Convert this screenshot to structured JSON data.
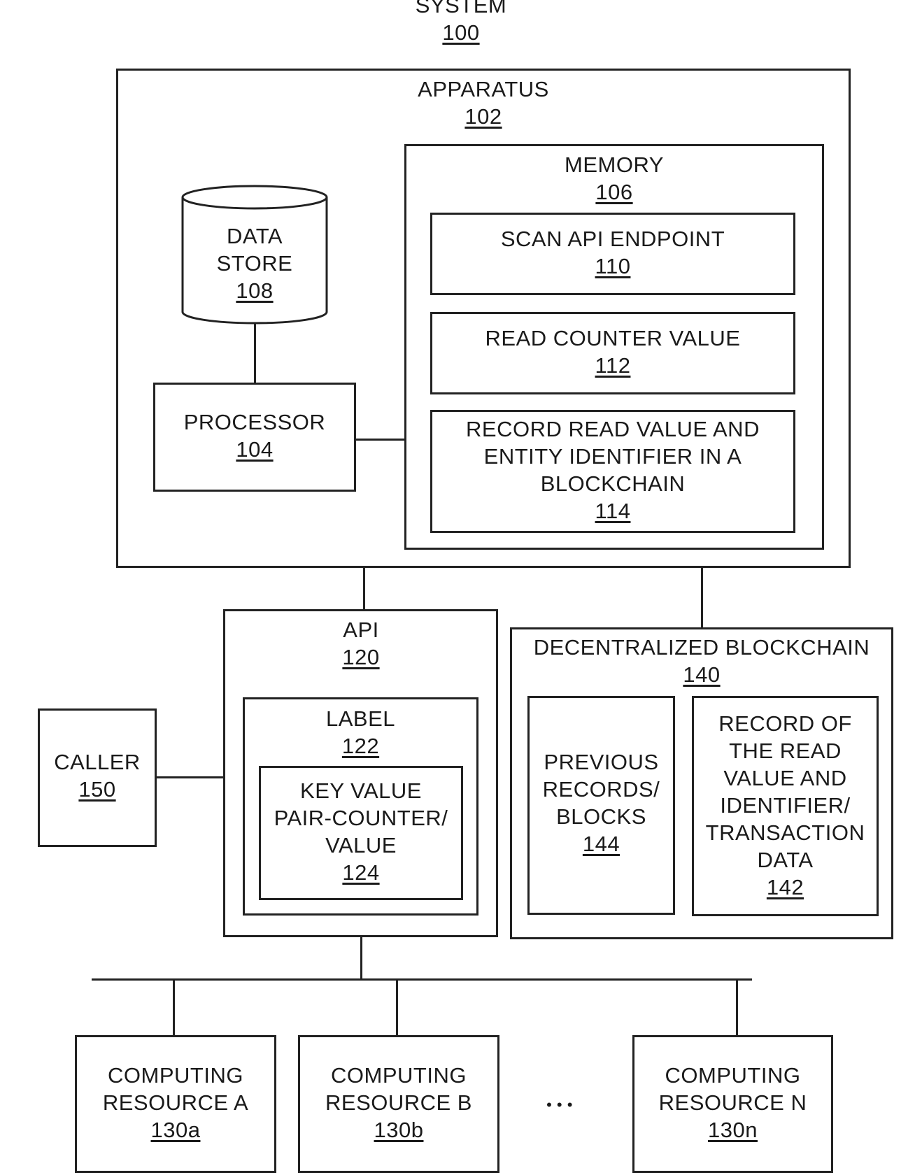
{
  "system": {
    "name": "SYSTEM",
    "ref": "100"
  },
  "apparatus": {
    "name": "APPARATUS",
    "ref": "102"
  },
  "memory": {
    "name": "MEMORY",
    "ref": "106"
  },
  "data_store": {
    "line1": "DATA",
    "line2": "STORE",
    "ref": "108"
  },
  "processor": {
    "name": "PROCESSOR",
    "ref": "104"
  },
  "scan_api_endpoint": {
    "name": "SCAN API ENDPOINT",
    "ref": "110"
  },
  "read_counter_value": {
    "name": "READ COUNTER VALUE",
    "ref": "112"
  },
  "record_read_value": {
    "line1": "RECORD READ VALUE AND",
    "line2": "ENTITY IDENTIFIER IN A",
    "line3": "BLOCKCHAIN",
    "ref": "114"
  },
  "api": {
    "name": "API",
    "ref": "120"
  },
  "label": {
    "name": "LABEL",
    "ref": "122"
  },
  "key_value": {
    "line1": "KEY VALUE",
    "line2": "PAIR-COUNTER/",
    "line3": "VALUE",
    "ref": "124"
  },
  "caller": {
    "name": "CALLER",
    "ref": "150"
  },
  "blockchain": {
    "name": "DECENTRALIZED BLOCKCHAIN",
    "ref": "140"
  },
  "previous_records": {
    "line1": "PREVIOUS",
    "line2": "RECORDS/",
    "line3": "BLOCKS",
    "ref": "144"
  },
  "record_of_read": {
    "line1": "RECORD OF",
    "line2": "THE READ",
    "line3": "VALUE AND",
    "line4": "IDENTIFIER/",
    "line5": "TRANSACTION",
    "line6": "DATA",
    "ref": "142"
  },
  "resource_a": {
    "line1": "COMPUTING",
    "line2": "RESOURCE A",
    "ref": "130a"
  },
  "resource_b": {
    "line1": "COMPUTING",
    "line2": "RESOURCE B",
    "ref": "130b"
  },
  "resource_n": {
    "line1": "COMPUTING",
    "line2": "RESOURCE N",
    "ref": "130n"
  },
  "ellipsis": "• • •"
}
